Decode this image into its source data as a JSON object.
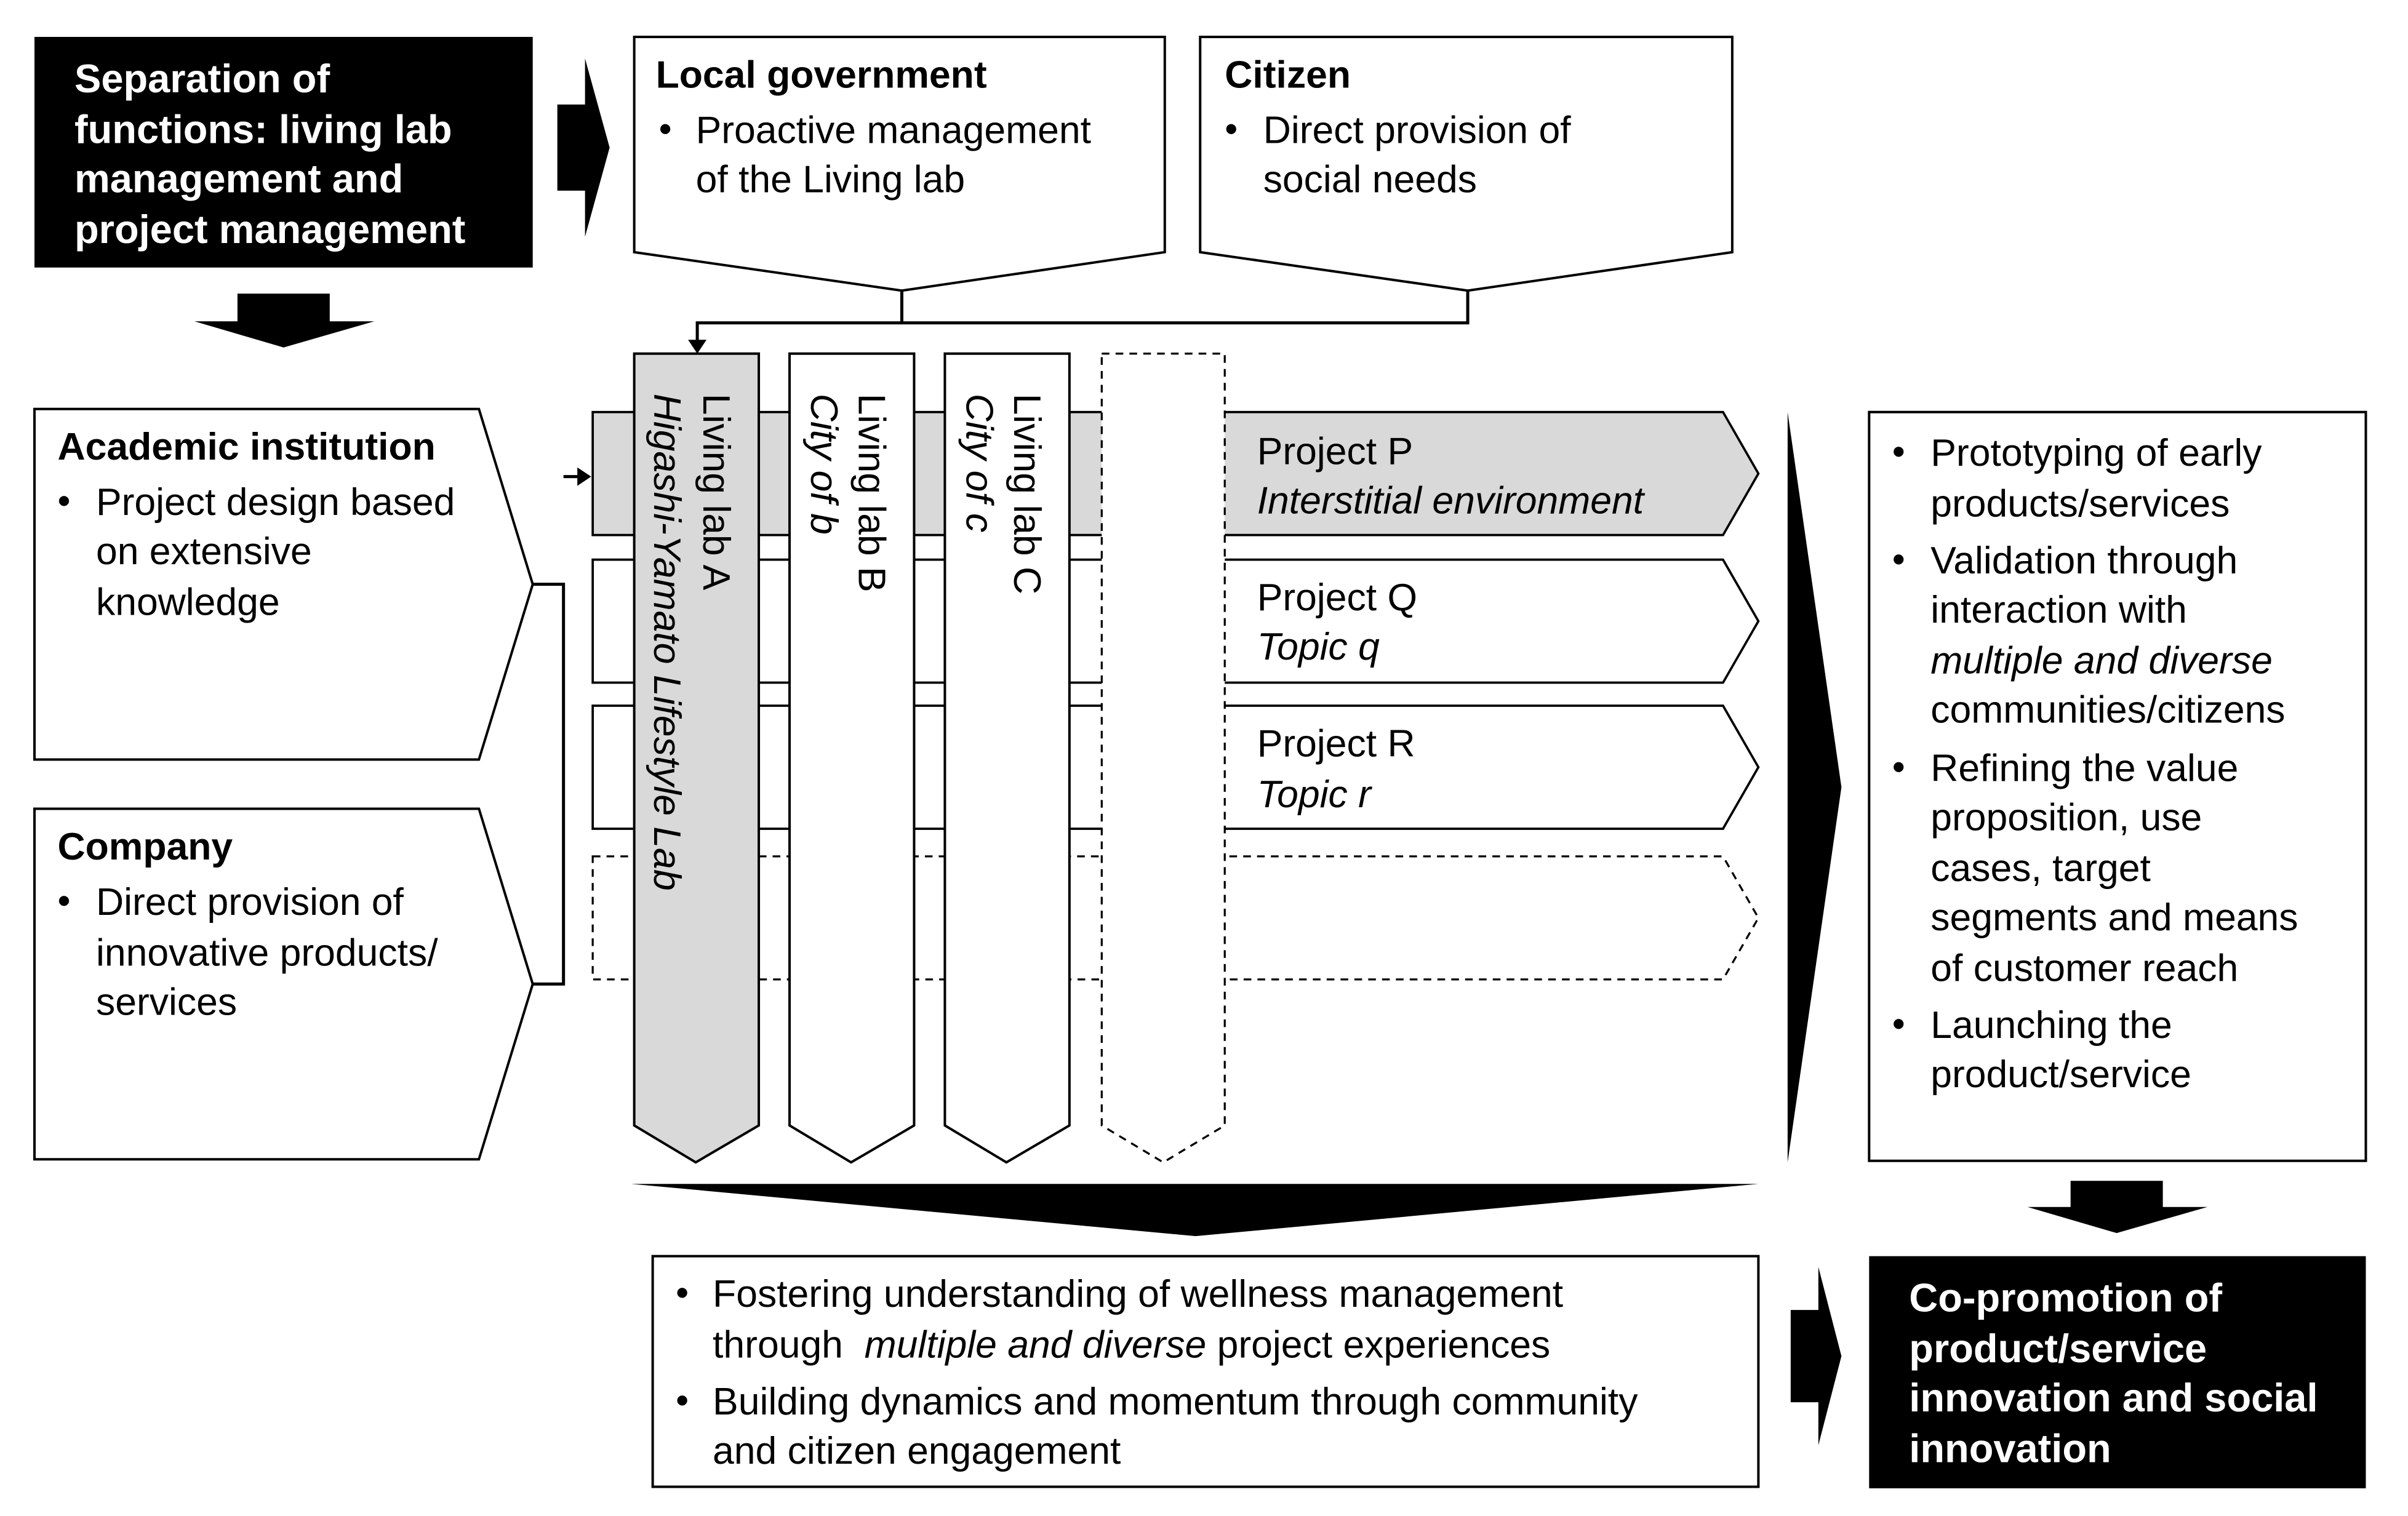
{
  "diagram": {
    "separation": {
      "lines": [
        "Separation of",
        "functions: living lab",
        "management and",
        "project management"
      ]
    },
    "local_government": {
      "title": "Local government",
      "bullet_lines": [
        "Proactive management",
        "of the Living lab"
      ]
    },
    "citizen": {
      "title": "Citizen",
      "bullet_lines": [
        "Direct provision of",
        "social needs"
      ]
    },
    "academic": {
      "title": "Academic institution",
      "bullet_lines": [
        "Project design based",
        "on extensive",
        "knowledge"
      ]
    },
    "company": {
      "title": "Company",
      "bullet_lines": [
        "Direct provision of",
        "innovative products/",
        "services"
      ]
    },
    "labs": [
      {
        "name": "Living lab A",
        "subtitle": "Higashi-Yamato Lifestyle Lab"
      },
      {
        "name": "Living lab B",
        "subtitle": "City of b"
      },
      {
        "name": "Living lab C",
        "subtitle": "City of c"
      }
    ],
    "projects": [
      {
        "name": "Project P",
        "topic": "Interstitial environment"
      },
      {
        "name": "Project Q",
        "topic": "Topic q"
      },
      {
        "name": "Project R",
        "topic": "Topic r"
      }
    ],
    "outcomes": {
      "b1": [
        "Prototyping of early",
        "products/services"
      ],
      "b2_l1": "Validation through",
      "b2_l2": "interaction with",
      "b2_l3": "multiple and diverse",
      "b2_l4": "communities/citizens",
      "b3": [
        "Refining the value",
        "proposition, use",
        "cases, target",
        "segments and means",
        "of customer reach"
      ],
      "b4": [
        "Launching  the",
        "product/service"
      ]
    },
    "bottom": {
      "b1_l1": "Fostering understanding  of wellness  management",
      "b1_l2_a": "through  ",
      "b1_l2_b": "multiple and diverse",
      "b1_l2_c": " project experiences",
      "b2_l1": "Building dynamics and momentum through  community",
      "b2_l2": "and citizen engagement"
    },
    "copromotion": {
      "lines": [
        "Co-promotion  of",
        "product/service",
        "innovation and social",
        "innovation"
      ]
    },
    "bullet": "•"
  },
  "colors": {
    "black": "#000000",
    "gray": "#d9d9d9",
    "white": "#ffffff"
  }
}
